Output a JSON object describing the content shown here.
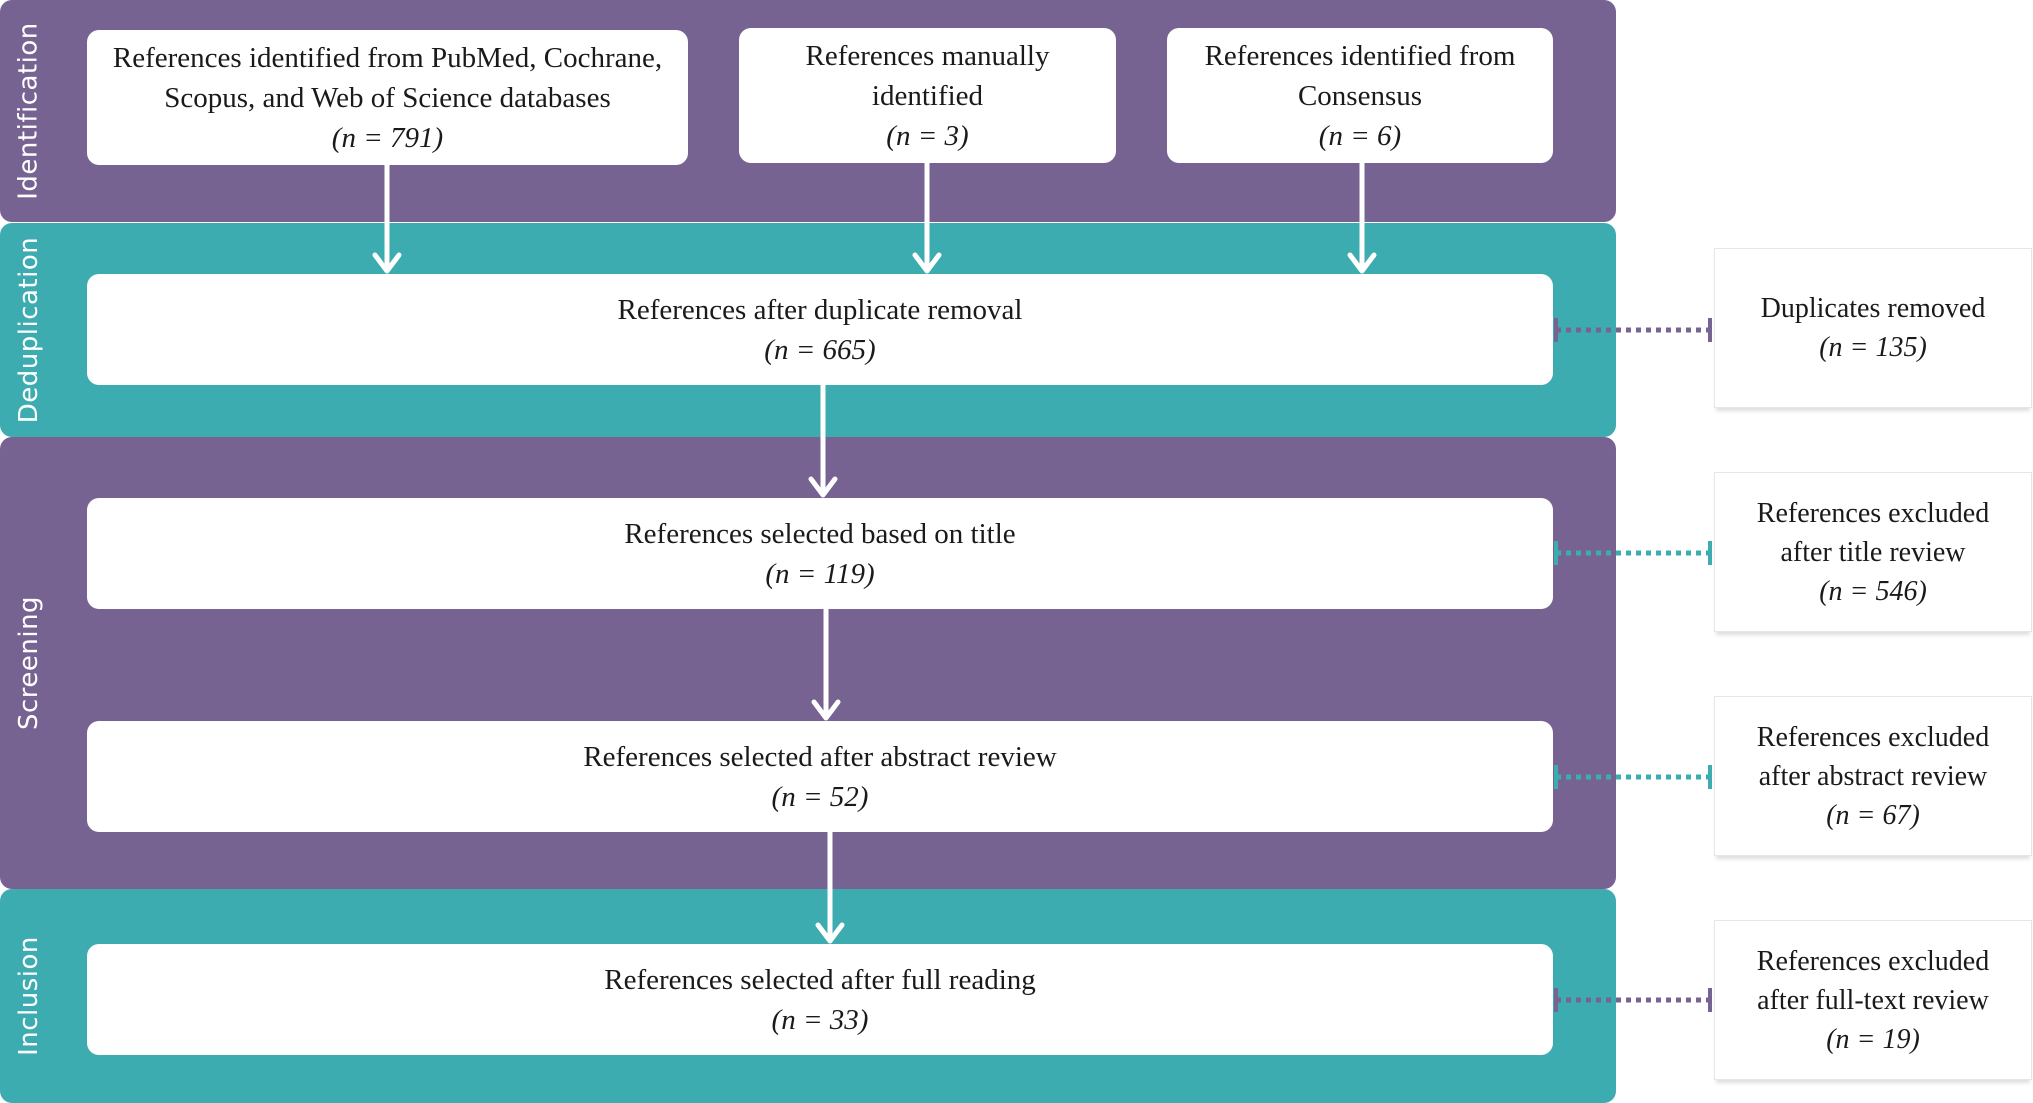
{
  "stages": {
    "identification": "Identification",
    "deduplication": "Deduplication",
    "screening": "Screening",
    "inclusion": "Inclusion"
  },
  "boxes": {
    "pubmed": {
      "line1": "References identified from PubMed, Cochrane,",
      "line2": "Scopus, and Web of Science databases",
      "n": "(n = 791)"
    },
    "manual": {
      "line1": "References manually",
      "line2": "identified",
      "n": "(n = 3)"
    },
    "consensus": {
      "line1": "References identified from",
      "line2": "Consensus",
      "n": "(n = 6)"
    },
    "dedup": {
      "line1": "References after duplicate removal",
      "n": "(n = 665)"
    },
    "title": {
      "line1": "References selected based on title",
      "n": "(n = 119)"
    },
    "abstract": {
      "line1": "References selected after abstract review",
      "n": "(n = 52)"
    },
    "fulltext": {
      "line1": "References selected after full reading",
      "n": "(n = 33)"
    }
  },
  "exclusions": {
    "duplicates": {
      "line1": "Duplicates removed",
      "n": "(n = 135)"
    },
    "title": {
      "line1": "References excluded",
      "line2": "after title review",
      "n": "(n = 546)"
    },
    "abstract": {
      "line1": "References excluded",
      "line2": "after abstract review",
      "n": "(n = 67)"
    },
    "fulltext": {
      "line1": "References excluded",
      "line2": "after full-text review",
      "n": "(n = 19)"
    }
  },
  "colors": {
    "purple": "#776392",
    "teal": "#3dacb0",
    "arrow": "#ffffff"
  }
}
